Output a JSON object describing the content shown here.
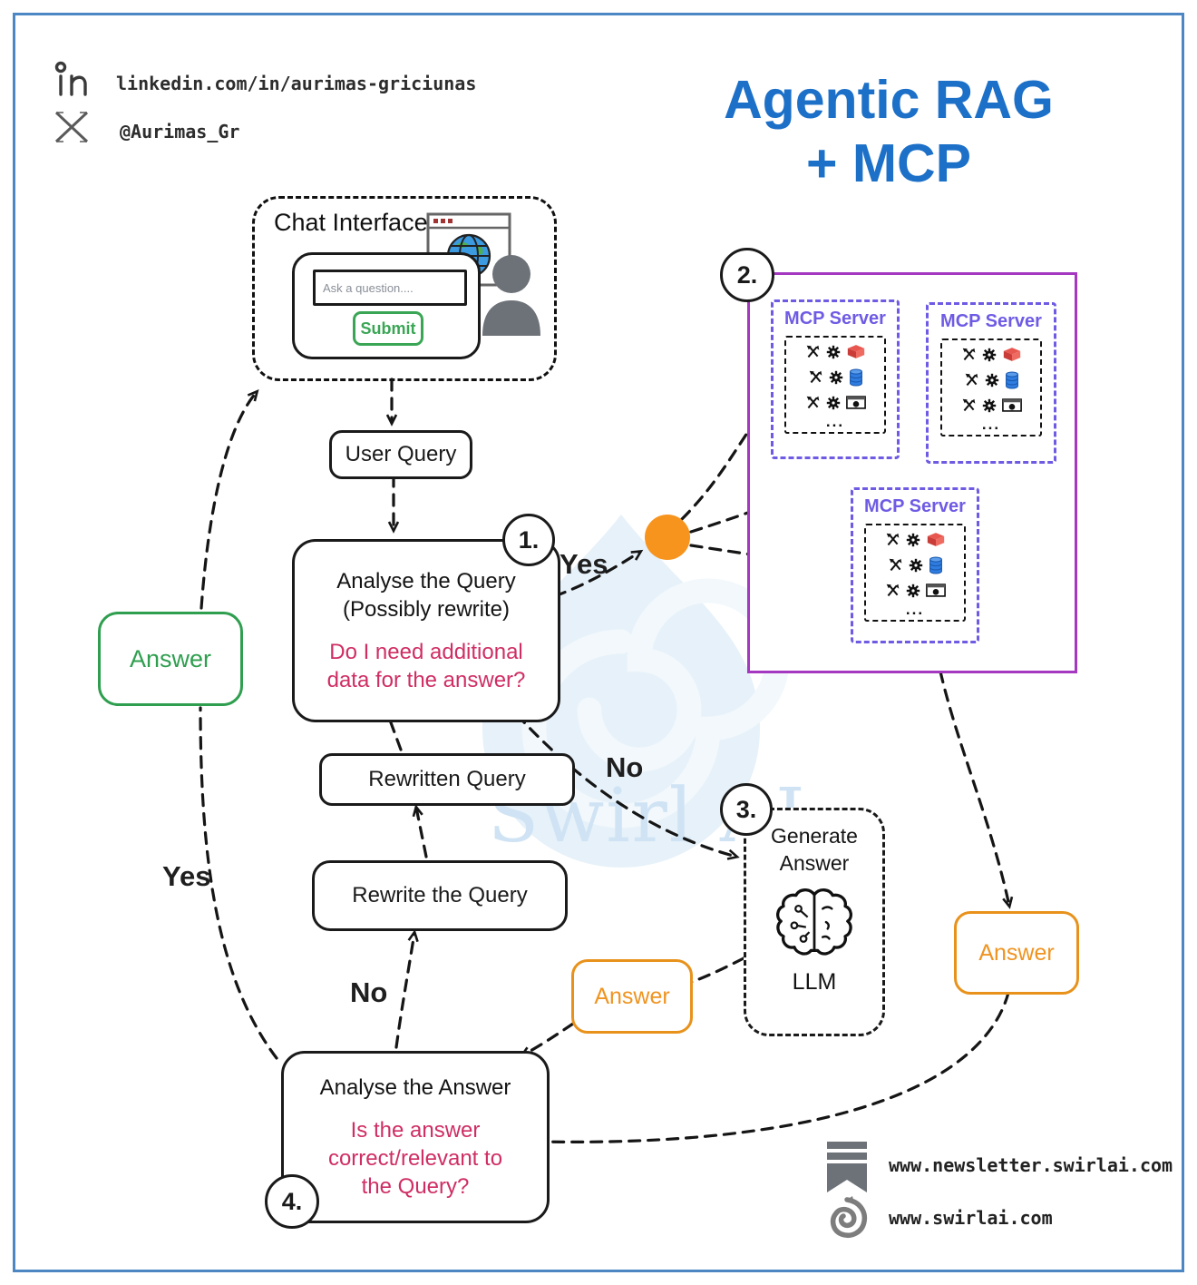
{
  "social": {
    "linkedin_url": "linkedin.com/in/aurimas-griciunas",
    "x_handle": "@Aurimas_Gr"
  },
  "title": {
    "line1": "Agentic RAG",
    "line2": "+ MCP"
  },
  "chat": {
    "label": "Chat Interface",
    "input_placeholder": "Ask a question....",
    "submit_label": "Submit"
  },
  "flow": {
    "user_query": "User Query",
    "analyse_query": {
      "badge": "1.",
      "title1": "Analyse the Query",
      "title2": "(Possibly rewrite)",
      "question": "Do I need additional data for the answer?"
    },
    "mcp": {
      "badge": "2.",
      "server_label": "MCP Server",
      "ellipsis": "..."
    },
    "generate": {
      "badge": "3.",
      "title1": "Generate",
      "title2": "Answer",
      "llm_label": "LLM"
    },
    "analyse_answer": {
      "badge": "4.",
      "title": "Analyse the Answer",
      "question": "Is the answer correct/relevant to the Query?"
    },
    "rewritten_query": "Rewritten Query",
    "rewrite_query": "Rewrite the Query",
    "answer_label": "Answer",
    "yes_label": "Yes",
    "no_label": "No"
  },
  "footer": {
    "newsletter_url": "www.newsletter.swirlai.com",
    "site_url": "www.swirlai.com"
  },
  "watermark": {
    "text": "Swirl AI"
  },
  "colors": {
    "title_blue": "#1c70c8",
    "question_pink": "#cf2e63",
    "answer_green": "#2f9e4f",
    "answer_orange": "#e8921c",
    "dot_orange": "#f7941d",
    "mcp_outer_purple": "#a438c0",
    "mcp_server_violet": "#6e5be4",
    "frame_blue": "#4d87c3"
  }
}
